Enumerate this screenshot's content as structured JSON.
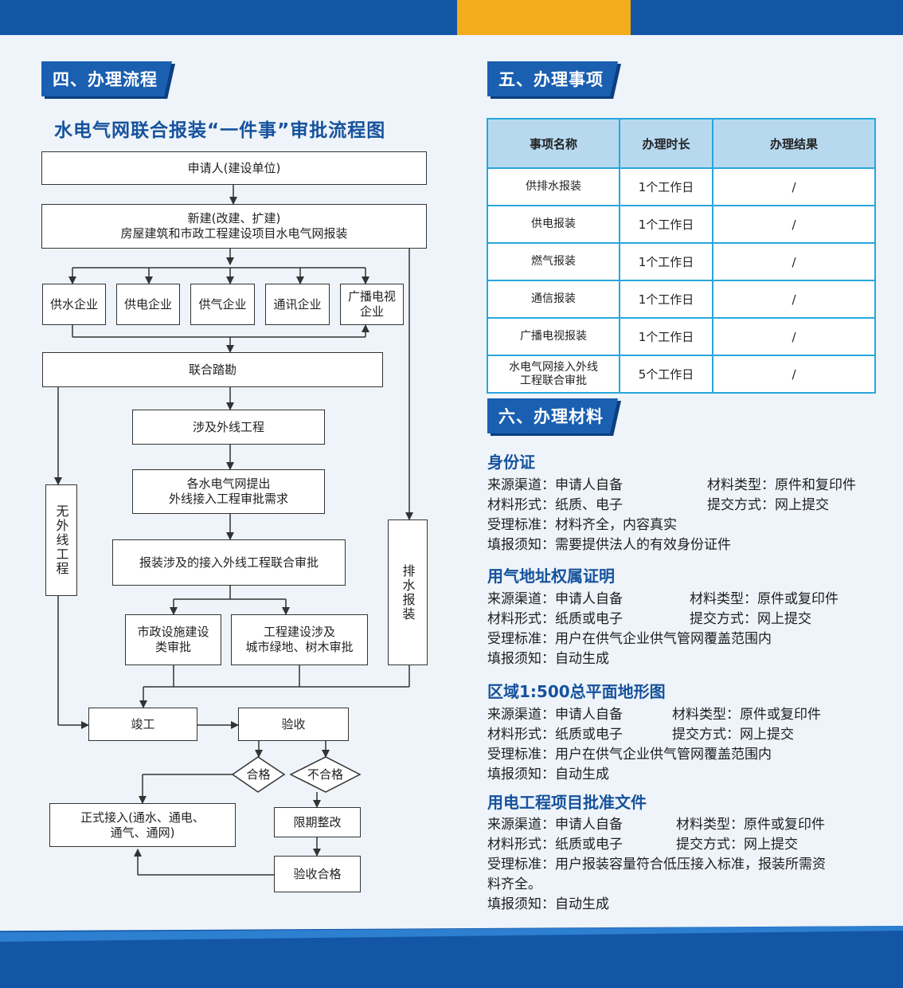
{
  "sections": {
    "flow": "四、办理流程",
    "items": "五、办理事项",
    "materials": "六、办理材料"
  },
  "flow": {
    "title": "水电气网联合报装“一件事”审批流程图",
    "applicant": "申请人(建设单位)",
    "project_line1": "新建(改建、扩建)",
    "project_line2": "房屋建筑和市政工程建设项目水电气网报装",
    "water": "供水企业",
    "power": "供电企业",
    "gas": "供气企业",
    "telecom": "通讯企业",
    "tv_line1": "广播电视",
    "tv_line2": "企业",
    "survey": "联合踏勘",
    "external": "涉及外线工程",
    "request_line1": "各水电气网提出",
    "request_line2": "外线接入工程审批需求",
    "joint_review": "报装涉及的接入外线工程联合审批",
    "municipal_line1": "市政设施建设",
    "municipal_line2": "类审批",
    "green_line1": "工程建设涉及",
    "green_line2": "城市绿地、树木审批",
    "no_external": "无外线工程",
    "drainage": "排水报装",
    "completion": "竣工",
    "acceptance": "验收",
    "pass": "合格",
    "fail": "不合格",
    "formal_line1": "正式接入(通水、通电、",
    "formal_line2": "通气、通网)",
    "rectify": "限期整改",
    "accept_pass": "验收合格"
  },
  "items_table": {
    "headers": [
      "事项名称",
      "办理时长",
      "办理结果"
    ],
    "rows": [
      {
        "name": "供排水报装",
        "time": "1个工作日",
        "result": "/"
      },
      {
        "name": "供电报装",
        "time": "1个工作日",
        "result": "/"
      },
      {
        "name": "燃气报装",
        "time": "1个工作日",
        "result": "/"
      },
      {
        "name": "通信报装",
        "time": "1个工作日",
        "result": "/"
      },
      {
        "name": "广播电视报装",
        "time": "1个工作日",
        "result": "/"
      },
      {
        "name_line1": "水电气网接入外线",
        "name_line2": "工程联合审批",
        "time": "5个工作日",
        "result": "/"
      }
    ]
  },
  "materials": [
    {
      "title": "身份证",
      "source": "来源渠道：申请人自备",
      "type": "材料类型：原件和复印件",
      "form": "材料形式：纸质、电子",
      "submit": "提交方式：网上提交",
      "standard": "受理标准：材料齐全，内容真实",
      "notice": "填报须知：需要提供法人的有效身份证件"
    },
    {
      "title": "用气地址权属证明",
      "source": "来源渠道：申请人自备",
      "type": "材料类型：原件或复印件",
      "form": "材料形式：纸质或电子",
      "submit": "提交方式：网上提交",
      "standard": "受理标准：用户在供气企业供气管网覆盖范围内",
      "notice": "填报须知：自动生成"
    },
    {
      "title": "区域1:500总平面地形图",
      "source": "来源渠道：申请人自备",
      "type": "材料类型：原件或复印件",
      "form": "材料形式：纸质或电子",
      "submit": "提交方式：网上提交",
      "standard": "受理标准：用户在供气企业供气管网覆盖范围内",
      "notice": "填报须知：自动生成"
    },
    {
      "title": "用电工程项目批准文件",
      "source": "来源渠道：申请人自备",
      "type": "材料类型：原件或复印件",
      "form": "材料形式：纸质或电子",
      "submit": "提交方式：网上提交",
      "standard_line1": "受理标准：用户报装容量符合低压接入标准，报装所需资",
      "standard_line2": "料齐全。",
      "notice": "填报须知：自动生成"
    }
  ],
  "colors": {
    "brand_blue": "#1456a6",
    "accent_orange": "#f2ac1c",
    "table_border": "#29a6dc",
    "table_header": "#b7d9ef",
    "heading_blue": "#16529c"
  }
}
